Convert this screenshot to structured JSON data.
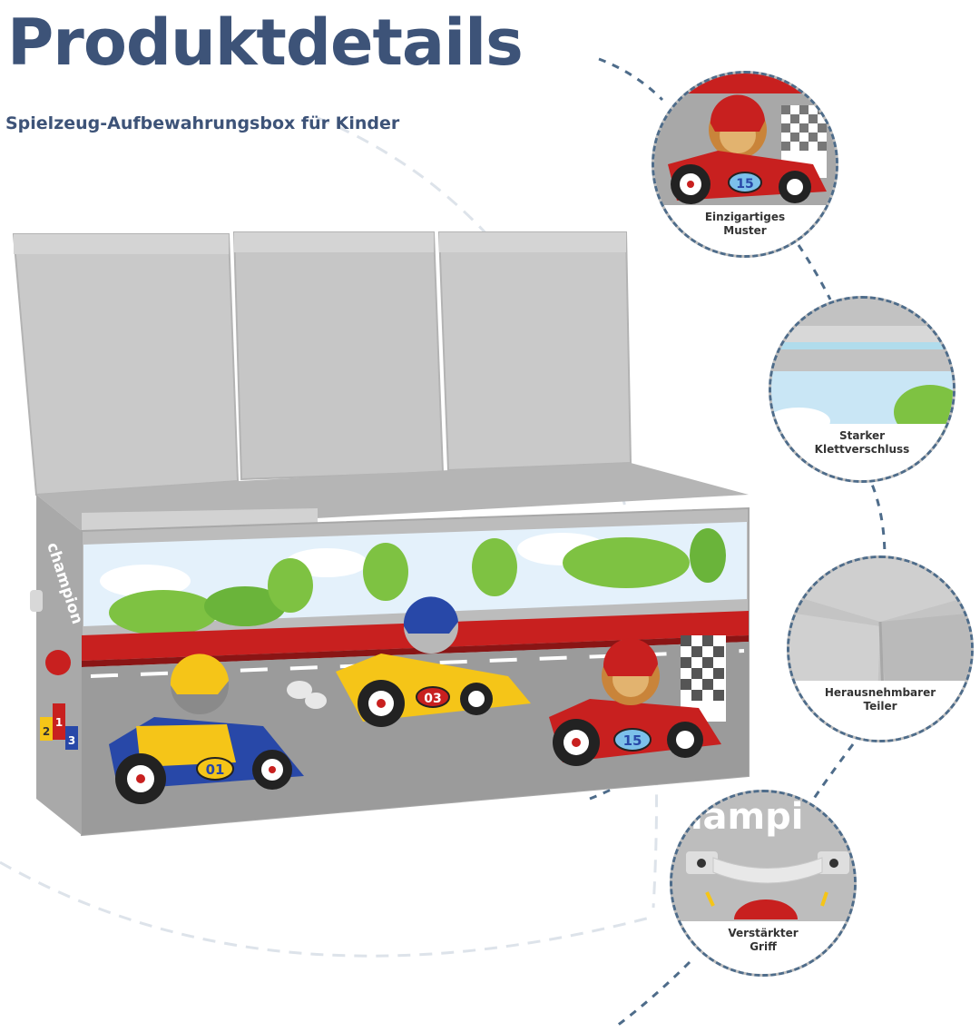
{
  "title": "Produktdetails",
  "subtitle": "Spielzeug-Aufbewahrungsbox für Kinder",
  "box": {
    "side_text": "champion",
    "podium_numbers": [
      "1",
      "2",
      "3"
    ],
    "car_numbers": [
      "01",
      "03",
      "15"
    ]
  },
  "details": [
    {
      "line1": "Einzigartiges",
      "line2": "Muster",
      "number": "15"
    },
    {
      "line1": "Starker",
      "line2": "Klettverschluss"
    },
    {
      "line1": "Herausnehmbarer",
      "line2": "Teiler"
    },
    {
      "line1": "Verstärkter",
      "line2": "Griff",
      "word": "hampi"
    }
  ],
  "colors": {
    "title": "#3d5378",
    "dash": "#4e6c8a",
    "box_grey": "#c8c8c8",
    "stripe_red": "#c8201f"
  }
}
